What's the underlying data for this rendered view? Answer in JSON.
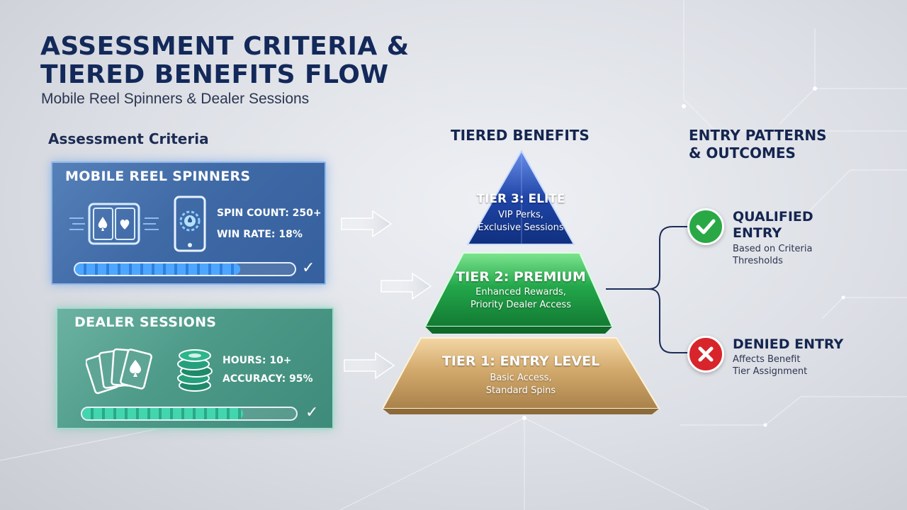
{
  "header": {
    "title_line1": "ASSESSMENT CRITERIA &",
    "title_line2": "TIERED BENEFITS FLOW",
    "subtitle": "Mobile Reel Spinners & Dealer Sessions"
  },
  "sections": {
    "criteria": "Assessment Criteria",
    "tiers": "TIERED BENEFITS",
    "outcomes_line1": "ENTRY PATTERNS",
    "outcomes_line2": "& OUTCOMES"
  },
  "criteria_cards": [
    {
      "title": "MOBILE REEL SPINNERS",
      "metrics": [
        "SPIN COUNT: 250+",
        "WIN RATE: 18%"
      ],
      "progress": 0.75,
      "icons": [
        "slot-reels-icon",
        "smartphone-icon"
      ],
      "colors": {
        "accent": "#4fa3ff",
        "card": "#3f6aa6"
      }
    },
    {
      "title": "DEALER SESSIONS",
      "metrics": [
        "HOURS: 10+",
        "ACCURACY: 95%"
      ],
      "progress": 0.75,
      "icons": [
        "playing-cards-icon",
        "casino-chips-icon"
      ],
      "colors": {
        "accent": "#3fd3a8",
        "card": "#4d9a89"
      }
    }
  ],
  "tiers": [
    {
      "name": "TIER 3: ELITE",
      "desc_line1": "VIP Perks,",
      "desc_line2": "Exclusive Sessions",
      "color": "#1d3f9e"
    },
    {
      "name": "TIER 2: PREMIUM",
      "desc_line1": "Enhanced Rewards,",
      "desc_line2": "Priority Dealer Access",
      "color": "#1f9a45"
    },
    {
      "name": "TIER 1: ENTRY LEVEL",
      "desc_line1": "Basic Access,",
      "desc_line2": "Standard Spins",
      "color": "#c9a063"
    }
  ],
  "outcomes": [
    {
      "title_line1": "QUALIFIED",
      "title_line2": "ENTRY",
      "desc_line1": "Based on Criteria",
      "desc_line2": "Thresholds",
      "icon": "check-icon",
      "color": "#2aa845"
    },
    {
      "title_line1": "DENIED ENTRY",
      "desc_line1": "Affects Benefit",
      "desc_line2": "Tier Assignment",
      "icon": "x-icon",
      "color": "#d8242b"
    }
  ]
}
